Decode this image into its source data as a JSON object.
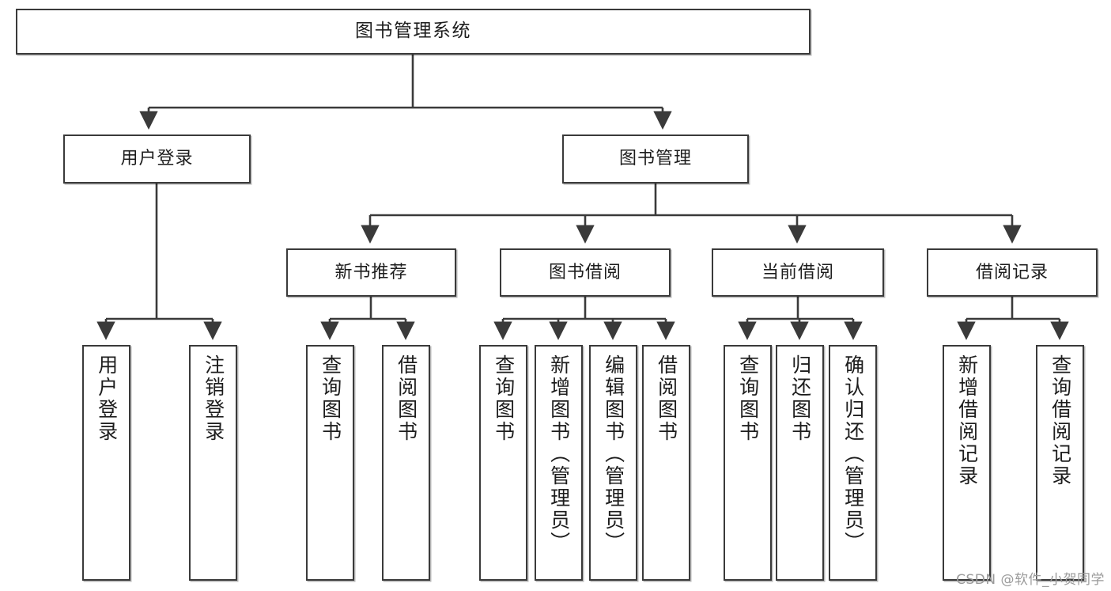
{
  "diagram": {
    "title": "图书管理系统",
    "type": "tree",
    "root": {
      "id": "root",
      "label": "图书管理系统"
    },
    "level2": [
      {
        "id": "login",
        "label": "用户登录"
      },
      {
        "id": "bookmgmt",
        "label": "图书管理"
      }
    ],
    "level3": [
      {
        "id": "newbook",
        "label": "新书推荐"
      },
      {
        "id": "borrow",
        "label": "图书借阅"
      },
      {
        "id": "current",
        "label": "当前借阅"
      },
      {
        "id": "records",
        "label": "借阅记录"
      }
    ],
    "leaves": {
      "login": [
        {
          "id": "leaf-user-login",
          "label": "用户登录"
        },
        {
          "id": "leaf-user-logout",
          "label": "注销登录"
        }
      ],
      "newbook": [
        {
          "id": "leaf-query-book-1",
          "label": "查询图书"
        },
        {
          "id": "leaf-borrow-book-1",
          "label": "借阅图书"
        }
      ],
      "borrow": [
        {
          "id": "leaf-query-book-2",
          "label": "查询图书"
        },
        {
          "id": "leaf-add-book",
          "label": "新增图书（管理员）"
        },
        {
          "id": "leaf-edit-book",
          "label": "编辑图书（管理员）"
        },
        {
          "id": "leaf-borrow-book-2",
          "label": "借阅图书"
        }
      ],
      "current": [
        {
          "id": "leaf-query-book-3",
          "label": "查询图书"
        },
        {
          "id": "leaf-return-book",
          "label": "归还图书"
        },
        {
          "id": "leaf-confirm-return",
          "label": "确认归还（管理员）"
        }
      ],
      "records": [
        {
          "id": "leaf-add-record",
          "label": "新增借阅记录"
        },
        {
          "id": "leaf-query-record",
          "label": "查询借阅记录"
        }
      ]
    }
  },
  "watermark": {
    "text": "CSDN @软件_小贺同学"
  },
  "colors": {
    "stroke": "#3a3a3a",
    "text": "#1d1d1d",
    "background": "#ffffff",
    "watermark": "#9a9a9a"
  }
}
